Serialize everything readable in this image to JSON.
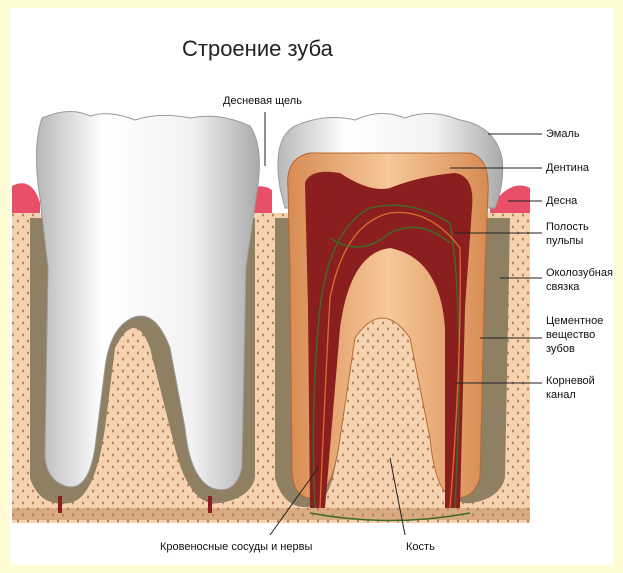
{
  "title": "Строение зуба",
  "labels": {
    "gum_groove": "Десневая щель",
    "enamel": "Эмаль",
    "dentin": "Дентина",
    "gum": "Десна",
    "pulp_cavity": "Полость\nпульпы",
    "periodontal_ligament": "Околозубная\nсвязка",
    "cementum": "Цементное\nвещество\nзубов",
    "root_canal": "Корневой\nканал",
    "vessels_nerves": "Кровеносные сосуды и нервы",
    "bone": "Кость"
  },
  "colors": {
    "background": "#fffbd2",
    "gum": "#e8506a",
    "bone": "#f6d3b0",
    "bone_dots": "#b9835a",
    "membrane": "#8f7f63",
    "enamel": "#e9e9e9",
    "dentin": "#e9a36e",
    "pulp": "#8b1e1e"
  }
}
